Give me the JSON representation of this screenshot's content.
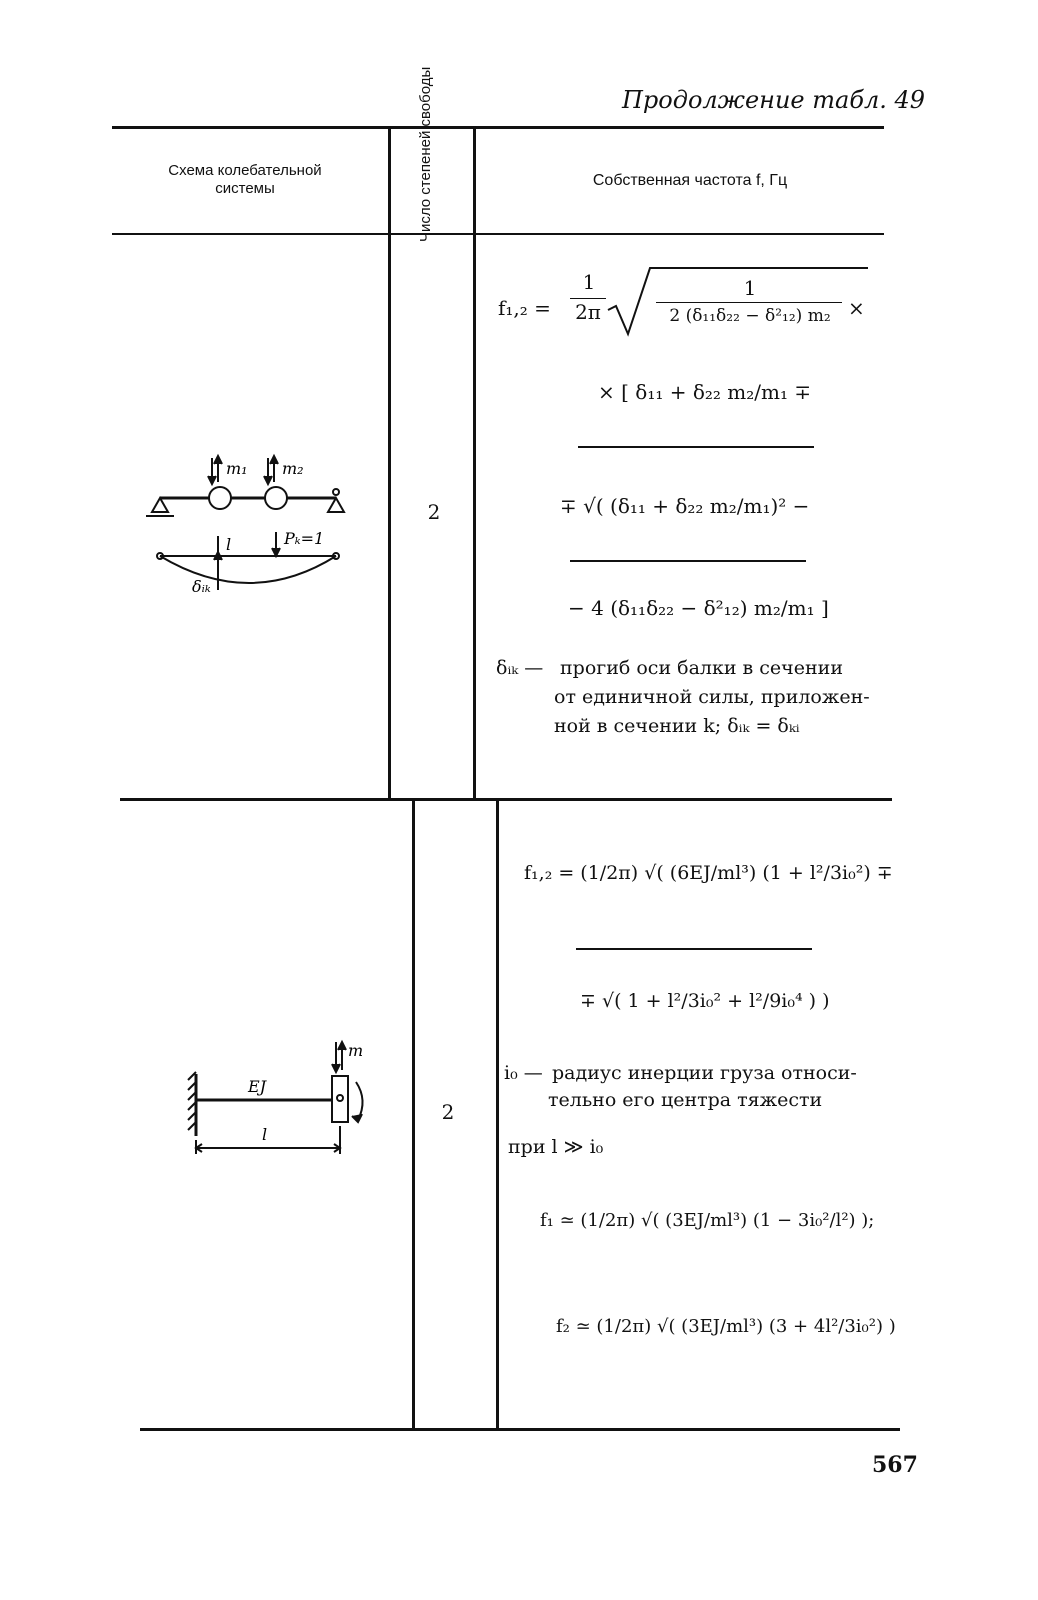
{
  "caption": "Продолжение табл. 49",
  "header": {
    "col1": "Схема колебательной системы",
    "col2": "Число степеней свободы",
    "col3": "Собственная частота f, Гц"
  },
  "row1": {
    "dof": "2",
    "scheme_labels": {
      "m1": "m₁",
      "m2": "m₂",
      "l": "l",
      "pk": "Pₖ=1",
      "delta": "δᵢₖ"
    },
    "formula": {
      "lhs": "f₁,₂ =",
      "frac1_num": "1",
      "frac1_den": "2π",
      "root_num": "1",
      "root_den": "2 (δ₁₁δ₂₂ − δ²₁₂) m₂",
      "times": "×",
      "line2": "× [ δ₁₁ + δ₂₂ m₂/m₁ ∓",
      "line3": "∓ √( (δ₁₁ + δ₂₂ m₂/m₁)² −",
      "line4": "− 4 (δ₁₁δ₂₂ − δ²₁₂) m₂/m₁ ]"
    },
    "note_symbol": "δᵢₖ —",
    "note_line1": "прогиб оси балки в сечении",
    "note_line2": "от единичной силы, приложен-",
    "note_line3": "ной в сечении k; δᵢₖ = δₖᵢ"
  },
  "row2": {
    "dof": "2",
    "scheme_labels": {
      "m": "m",
      "ej": "EJ",
      "l": "l"
    },
    "formula1": "f₁,₂ = (1/2π) √( (6EJ/ml³) (1 + l²/3i₀²) ∓",
    "formula1b": "∓ √( 1 + l²/3i₀² + l²/9i₀⁴ ) )",
    "note_symbol": "i₀ —",
    "note_line1": "радиус инерции груза относи-",
    "note_line2": "тельно его центра тяжести",
    "cond": "при l ≫ i₀",
    "f1": "f₁ ≃ (1/2π) √( (3EJ/ml³) (1 − 3i₀²/l²) );",
    "f2": "f₂ ≃ (1/2π) √( (3EJ/ml³) (3 + 4l²/3i₀²) )"
  },
  "page_number": "567"
}
